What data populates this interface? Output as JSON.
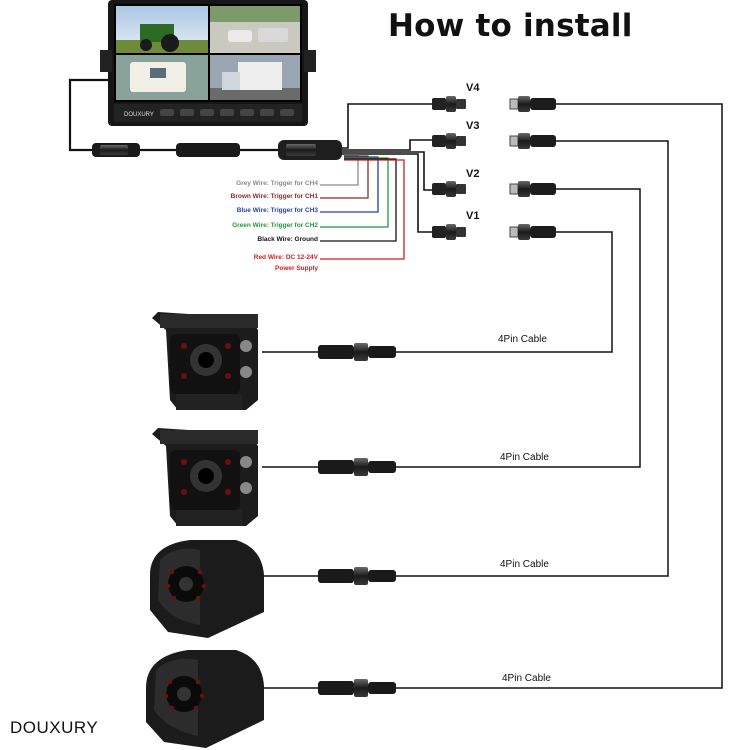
{
  "title": "How to install",
  "brand": "DOUXURY",
  "channels": [
    "V4",
    "V3",
    "V2",
    "V1"
  ],
  "wires": [
    {
      "label": "Grey Wire: Trigger for CH4",
      "color": "#8a8a8a"
    },
    {
      "label": "Brown Wire: Trigger for CH1",
      "color": "#8b2a2a"
    },
    {
      "label": "Blue Wire: Trigger for CH3",
      "color": "#1f3fb0"
    },
    {
      "label": "Green Wire: Trigger for CH2",
      "color": "#1e9a3a"
    },
    {
      "label": "Black Wire: Ground",
      "color": "#111111"
    },
    {
      "label": "Red Wire: DC 12-24V",
      "color": "#d01c1c"
    },
    {
      "label": "Power Supply",
      "color": "#d01c1c"
    }
  ],
  "cables": [
    "4Pin Cable",
    "4Pin Cable",
    "4Pin Cable",
    "4Pin Cable"
  ],
  "monitor": {
    "brand_text": "DOUXURY",
    "quadrants": [
      "tractor-scene",
      "road-scene",
      "motorhome-scene",
      "truck-scene"
    ]
  },
  "cameras": [
    {
      "type": "bracket-camera"
    },
    {
      "type": "bracket-camera"
    },
    {
      "type": "side-dome-camera"
    },
    {
      "type": "side-dome-camera"
    }
  ]
}
